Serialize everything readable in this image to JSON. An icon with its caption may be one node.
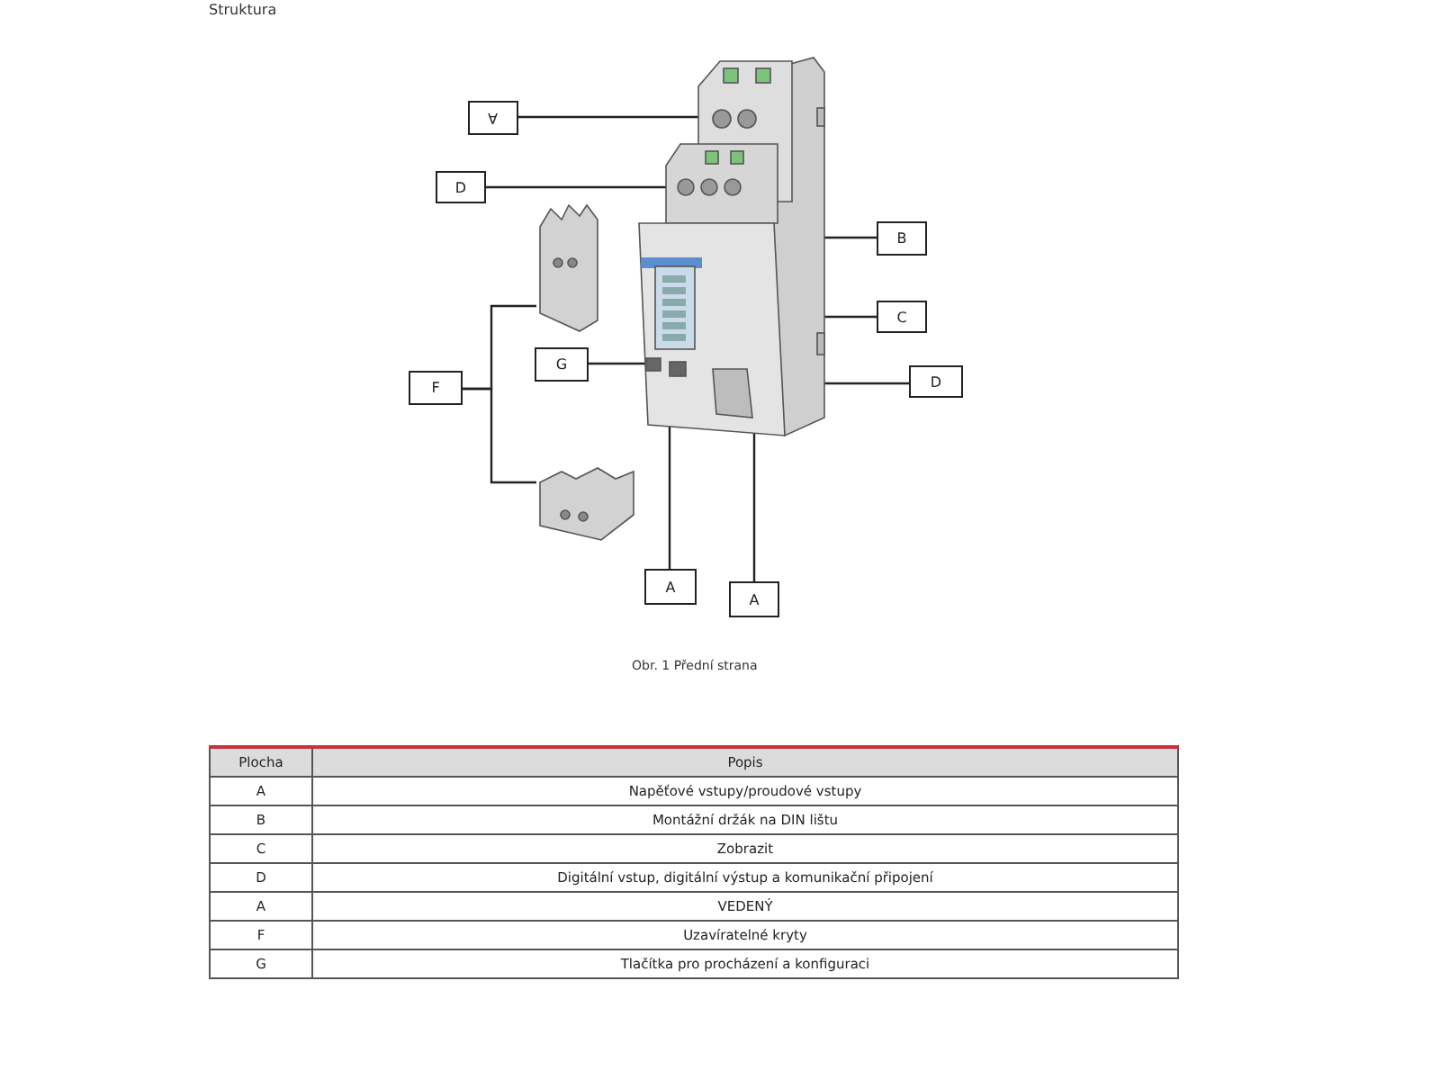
{
  "diagram": {
    "title": "Struktura",
    "caption": "Obr. 1 Přední strana",
    "nodes": [
      {
        "text": [],
        "shape": "picture"
      },
      {
        "text": [
          "A"
        ]
      },
      {
        "text": [
          "D"
        ]
      },
      {
        "text": [],
        "shape": "picture"
      },
      {
        "text": [
          "B"
        ]
      },
      {
        "text": [
          "C"
        ]
      },
      {
        "text": [
          "G"
        ]
      },
      {
        "text": [
          "D"
        ]
      },
      {
        "text": [
          "F"
        ]
      },
      {
        "text": [],
        "shape": "picture"
      },
      {
        "text": [
          "A"
        ]
      },
      {
        "text": [
          "A"
        ]
      }
    ],
    "edges": [
      {
        "from": 1,
        "to": 0,
        "arrow": "none"
      },
      {
        "from": 2,
        "to": 0,
        "arrow": "none"
      },
      {
        "from": 4,
        "to": 0,
        "arrow": "none"
      },
      {
        "from": 5,
        "to": 0,
        "arrow": "none"
      },
      {
        "from": 6,
        "to": 0,
        "arrow": "none"
      },
      {
        "from": 7,
        "to": 0,
        "arrow": "none"
      },
      {
        "from": 8,
        "to": 3,
        "arrow": "none"
      },
      {
        "from": 8,
        "to": 9,
        "arrow": "none"
      },
      {
        "from": 10,
        "to": 0,
        "arrow": "none"
      },
      {
        "from": 11,
        "to": 0,
        "arrow": "none"
      }
    ],
    "labels": [
      "Plocha",
      "Popis",
      "A",
      "Napěťové vstupy/proudové vstupy",
      "B",
      "Montážní držák na DIN lištu",
      "C",
      "Zobrazit",
      "D",
      "Digitální vstup, digitální výstup a komunikační připojení",
      "A",
      "VEDENÝ",
      "F",
      "Uzavíratelné kryty",
      "G",
      "Tlačítka pro procházení a konfiguraci"
    ]
  }
}
